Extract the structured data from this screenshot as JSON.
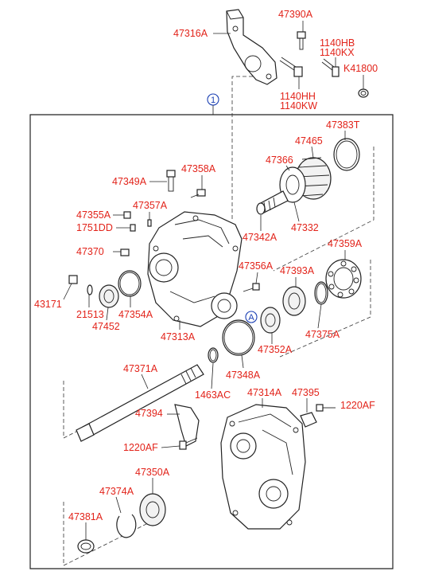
{
  "diagram": {
    "reference_marker": "1",
    "view_marker": "A",
    "labels": [
      {
        "id": "p47390a",
        "text": "47390A"
      },
      {
        "id": "p47316a",
        "text": "47316A"
      },
      {
        "id": "p1140hb",
        "text": "1140HB"
      },
      {
        "id": "p1140kx",
        "text": "1140KX"
      },
      {
        "id": "pk41800",
        "text": "K41800"
      },
      {
        "id": "p1140hh",
        "text": "1140HH"
      },
      {
        "id": "p1140kw",
        "text": "1140KW"
      },
      {
        "id": "p47383t",
        "text": "47383T"
      },
      {
        "id": "p47465",
        "text": "47465"
      },
      {
        "id": "p47366",
        "text": "47366"
      },
      {
        "id": "p47349a",
        "text": "47349A"
      },
      {
        "id": "p47358a",
        "text": "47358A"
      },
      {
        "id": "p47357a",
        "text": "47357A"
      },
      {
        "id": "p47355a",
        "text": "47355A"
      },
      {
        "id": "p1751dd",
        "text": "1751DD"
      },
      {
        "id": "p47342a",
        "text": "47342A"
      },
      {
        "id": "p47332",
        "text": "47332"
      },
      {
        "id": "p47370",
        "text": "47370"
      },
      {
        "id": "p47359a",
        "text": "47359A"
      },
      {
        "id": "p47356a",
        "text": "47356A"
      },
      {
        "id": "p47393a",
        "text": "47393A"
      },
      {
        "id": "p43171",
        "text": "43171"
      },
      {
        "id": "p21513",
        "text": "21513"
      },
      {
        "id": "p47452",
        "text": "47452"
      },
      {
        "id": "p47354a",
        "text": "47354A"
      },
      {
        "id": "p47313a",
        "text": "47313A"
      },
      {
        "id": "p47352a",
        "text": "47352A"
      },
      {
        "id": "p47375a",
        "text": "47375A"
      },
      {
        "id": "p47348a",
        "text": "47348A"
      },
      {
        "id": "p47371a",
        "text": "47371A"
      },
      {
        "id": "p1463ac",
        "text": "1463AC"
      },
      {
        "id": "p47314a",
        "text": "47314A"
      },
      {
        "id": "p47395",
        "text": "47395"
      },
      {
        "id": "p1220af_r",
        "text": "1220AF"
      },
      {
        "id": "p47394",
        "text": "47394"
      },
      {
        "id": "p1220af_l",
        "text": "1220AF"
      },
      {
        "id": "p47350a",
        "text": "47350A"
      },
      {
        "id": "p47374a",
        "text": "47374A"
      },
      {
        "id": "p47381a",
        "text": "47381A"
      }
    ]
  }
}
